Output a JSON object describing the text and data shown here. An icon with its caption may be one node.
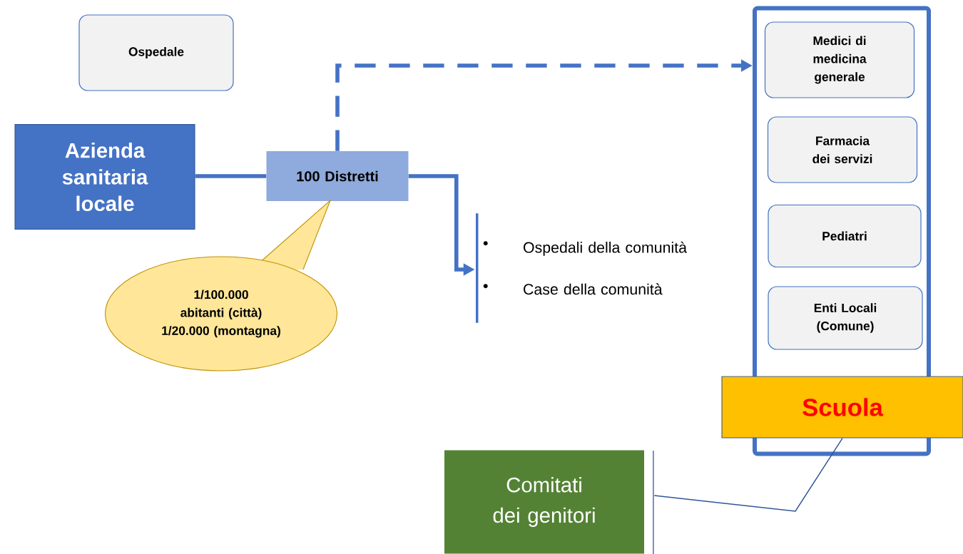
{
  "diagram": {
    "nodes": [
      {
        "text": [
          "Ospedale"
        ]
      },
      {
        "text": [
          "Azienda sanitaria locale"
        ]
      },
      {
        "text": [
          "100 Distretti"
        ]
      },
      {
        "text": [
          "1/100.000 abitanti (città)",
          "1/20.000 (montagna)"
        ]
      },
      {
        "text": [
          "Ospedali della comunità",
          "Case della comunità"
        ]
      },
      {
        "text": [],
        "shape": "box"
      },
      {
        "text": [
          "Medici di medicina generale"
        ],
        "in": 5
      },
      {
        "text": [
          "Farmacia dei servizi"
        ],
        "in": 5
      },
      {
        "text": [
          "Pediatri"
        ],
        "in": 5
      },
      {
        "text": [
          "Enti Locali (Comune)"
        ],
        "in": 5
      },
      {
        "text": [
          "Scuola"
        ]
      },
      {
        "text": [
          "Comitati dei genitori"
        ]
      }
    ],
    "edges": [
      {
        "from": 1,
        "to": 2,
        "arrow": "none"
      },
      {
        "from": 2,
        "to": 5,
        "arrow": "to",
        "style": "dashed"
      },
      {
        "from": 2,
        "to": 4,
        "arrow": "to"
      },
      {
        "from": 10,
        "to": 11,
        "arrow": "none",
        "color": "#2f5597"
      }
    ]
  }
}
